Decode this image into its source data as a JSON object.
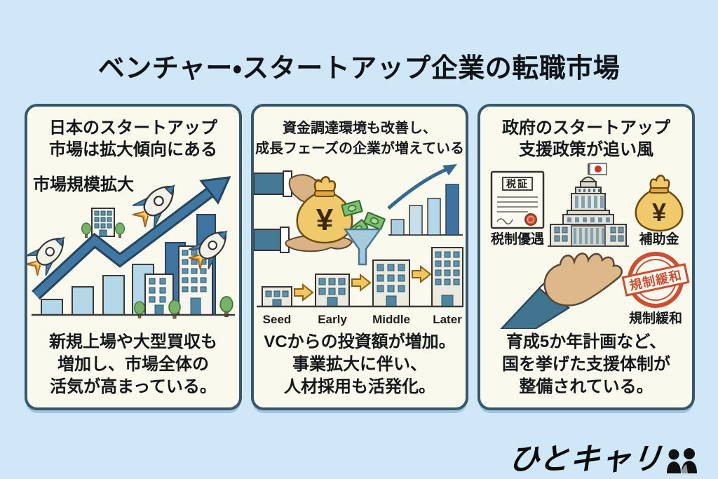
{
  "page": {
    "title": "ベンチャー・スタートアップ企業の転職市場",
    "logo_text": "ひとキャリ"
  },
  "colors": {
    "background": "#cfe7f6",
    "panel_background": "#faf9ee",
    "panel_border": "#37576a",
    "arrow_blue": "#4178a3",
    "bar_light_blue": "#b5d8e8",
    "bar_dark_blue": "#3f74a0",
    "money_bag_yellow": "#f0ca6a",
    "bill_green": "#7cbf6e",
    "block_arrow_yellow": "#f0c75e",
    "stamp_red": "#cc4e33",
    "sleeve_blue": "#447a94"
  },
  "panels": [
    {
      "heading_lines": [
        "日本のスタートアップ",
        "市場は拡大傾向にある"
      ],
      "art_label": "市場規模拡大",
      "caption_lines": [
        "新規上場や大型買収も",
        "増加し、市場全体の",
        "活気が高まっている。"
      ]
    },
    {
      "heading_lines": [
        "資金調達環境も改善し、",
        "成長フェーズの企業が増えている"
      ],
      "currency_symbol": "¥",
      "stage_labels": [
        "Seed",
        "Early",
        "Middle",
        "Later"
      ],
      "caption_lines": [
        "VCからの投資額が増加。",
        "事業拡大に伴い、",
        "人材採用も活発化。"
      ]
    },
    {
      "heading_lines": [
        "政府のスタートアップ",
        "支援政策が追い風"
      ],
      "doc_title": "税証",
      "tax_label": "税制優遇",
      "subsidy_label": "補助金",
      "currency_symbol": "¥",
      "stamp_text": "規制緩和",
      "dereg_label": "規制緩和",
      "caption_lines": [
        "育成5か年計画など、",
        "国を挙げた支援体制が",
        "整備されている。"
      ]
    }
  ]
}
